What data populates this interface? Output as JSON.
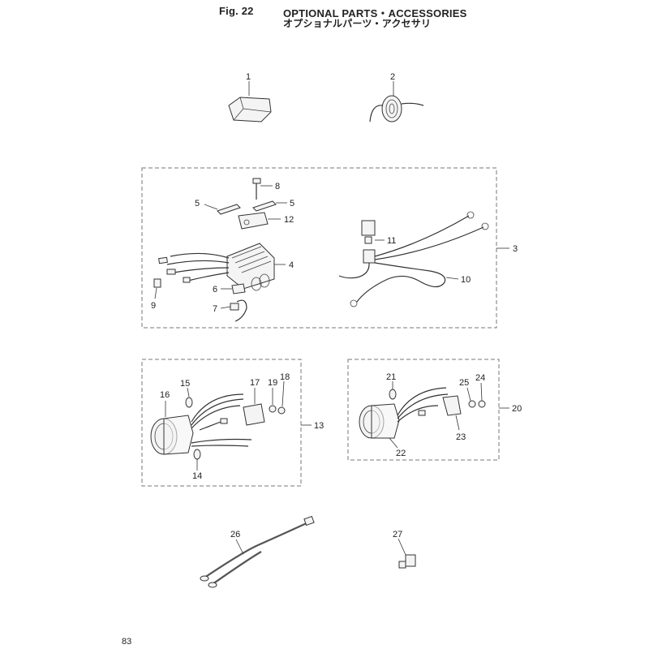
{
  "header": {
    "fig_label": "Fig. 22",
    "title_en": "OPTIONAL PARTS・ACCESSORIES",
    "title_ja": "オプショナルパーツ・アクセサリ"
  },
  "page_number": "83",
  "callouts": {
    "c1": "1",
    "c2": "2",
    "c3": "3",
    "c4": "4",
    "c5a": "5",
    "c5b": "5",
    "c6": "6",
    "c7": "7",
    "c8": "8",
    "c9": "9",
    "c10": "10",
    "c11": "11",
    "c12": "12",
    "c13": "13",
    "c14": "14",
    "c15": "15",
    "c16": "16",
    "c17": "17",
    "c18": "18",
    "c19": "19",
    "c20": "20",
    "c21": "21",
    "c22": "22",
    "c23": "23",
    "c24": "24",
    "c25": "25",
    "c26": "26",
    "c27": "27"
  }
}
